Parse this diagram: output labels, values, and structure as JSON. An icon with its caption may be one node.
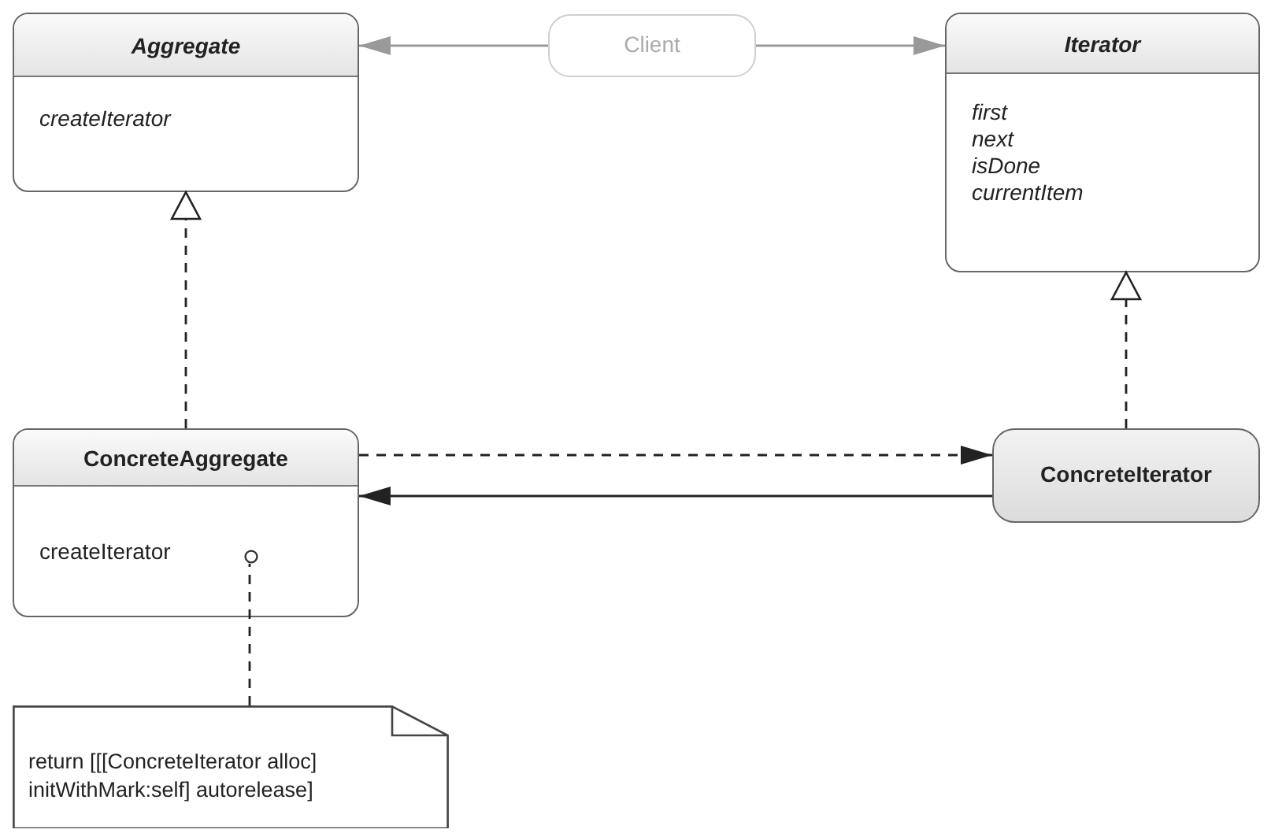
{
  "diagram": {
    "nodes": [
      {
        "text": [
          "Aggregate",
          "createIterator"
        ]
      },
      {
        "text": [
          "Client"
        ]
      },
      {
        "text": [
          "Iterator",
          "first",
          "next",
          "isDone",
          "currentItem"
        ]
      },
      {
        "text": [
          "ConcreteAggregate",
          "createIterator"
        ]
      },
      {
        "text": [
          "ConcreteIterator"
        ]
      },
      {
        "text": [
          "return [[[ConcreteIterator alloc] initWithMark:self] autorelease]"
        ]
      },
      {
        "text": [],
        "shape": "circle",
        "in": 3
      }
    ],
    "edges": [
      {
        "from": 1,
        "to": 0,
        "arrow": "to",
        "color": "#999999"
      },
      {
        "from": 1,
        "to": 2,
        "arrow": "to",
        "color": "#999999"
      },
      {
        "from": 3,
        "to": 0,
        "arrow": "to",
        "style": "dashed"
      },
      {
        "from": 4,
        "to": 2,
        "arrow": "to",
        "style": "dashed"
      },
      {
        "from": 3,
        "to": 4,
        "arrow": "to",
        "style": "dashed"
      },
      {
        "from": 4,
        "to": 3,
        "arrow": "to"
      },
      {
        "from": 5,
        "to": 6,
        "arrow": "none",
        "style": "dashed"
      }
    ]
  }
}
